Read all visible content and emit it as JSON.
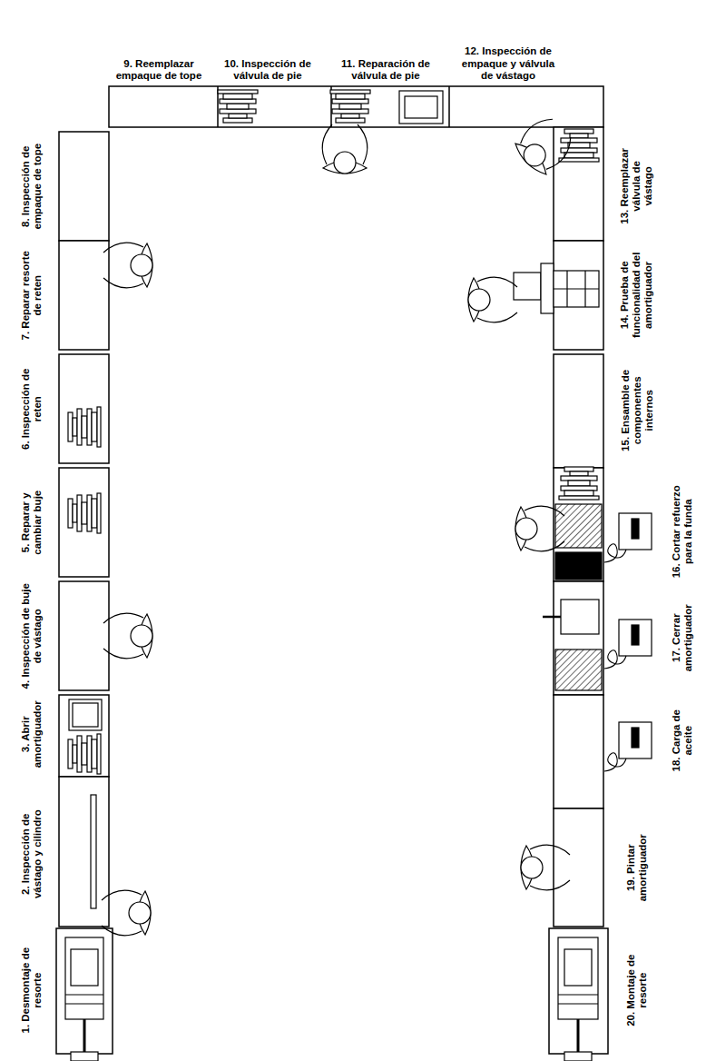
{
  "diagram": {
    "labels": [
      "1. Desmontaje de resorte",
      "2. Inspección de vástago y cilindro",
      "3. Abrir amortiguador",
      "4. Inspección de buje de vástago",
      "5. Reparar y cambiar buje",
      "6. Inspección de reten",
      "7. Reparar resorte de reten",
      "8. Inspección de empaque de tope",
      "9. Reemplazar empaque de tope",
      "10. Inspección de válvula de pie",
      "11. Reparación de válvula de pie",
      "12. Inspección de empaque y válvula de vástago",
      "13. Reemplazar válvula de vástago",
      "14. Prueba de funcionalidad del amortiguador",
      "15. Ensamble de componentes internos",
      "16. Cortar refuerzo para la funda",
      "17. Cerrar amortiguador",
      "18. Carga de aceite",
      "19. Pintar amortiguador",
      "20. Montaje de resorte"
    ]
  }
}
